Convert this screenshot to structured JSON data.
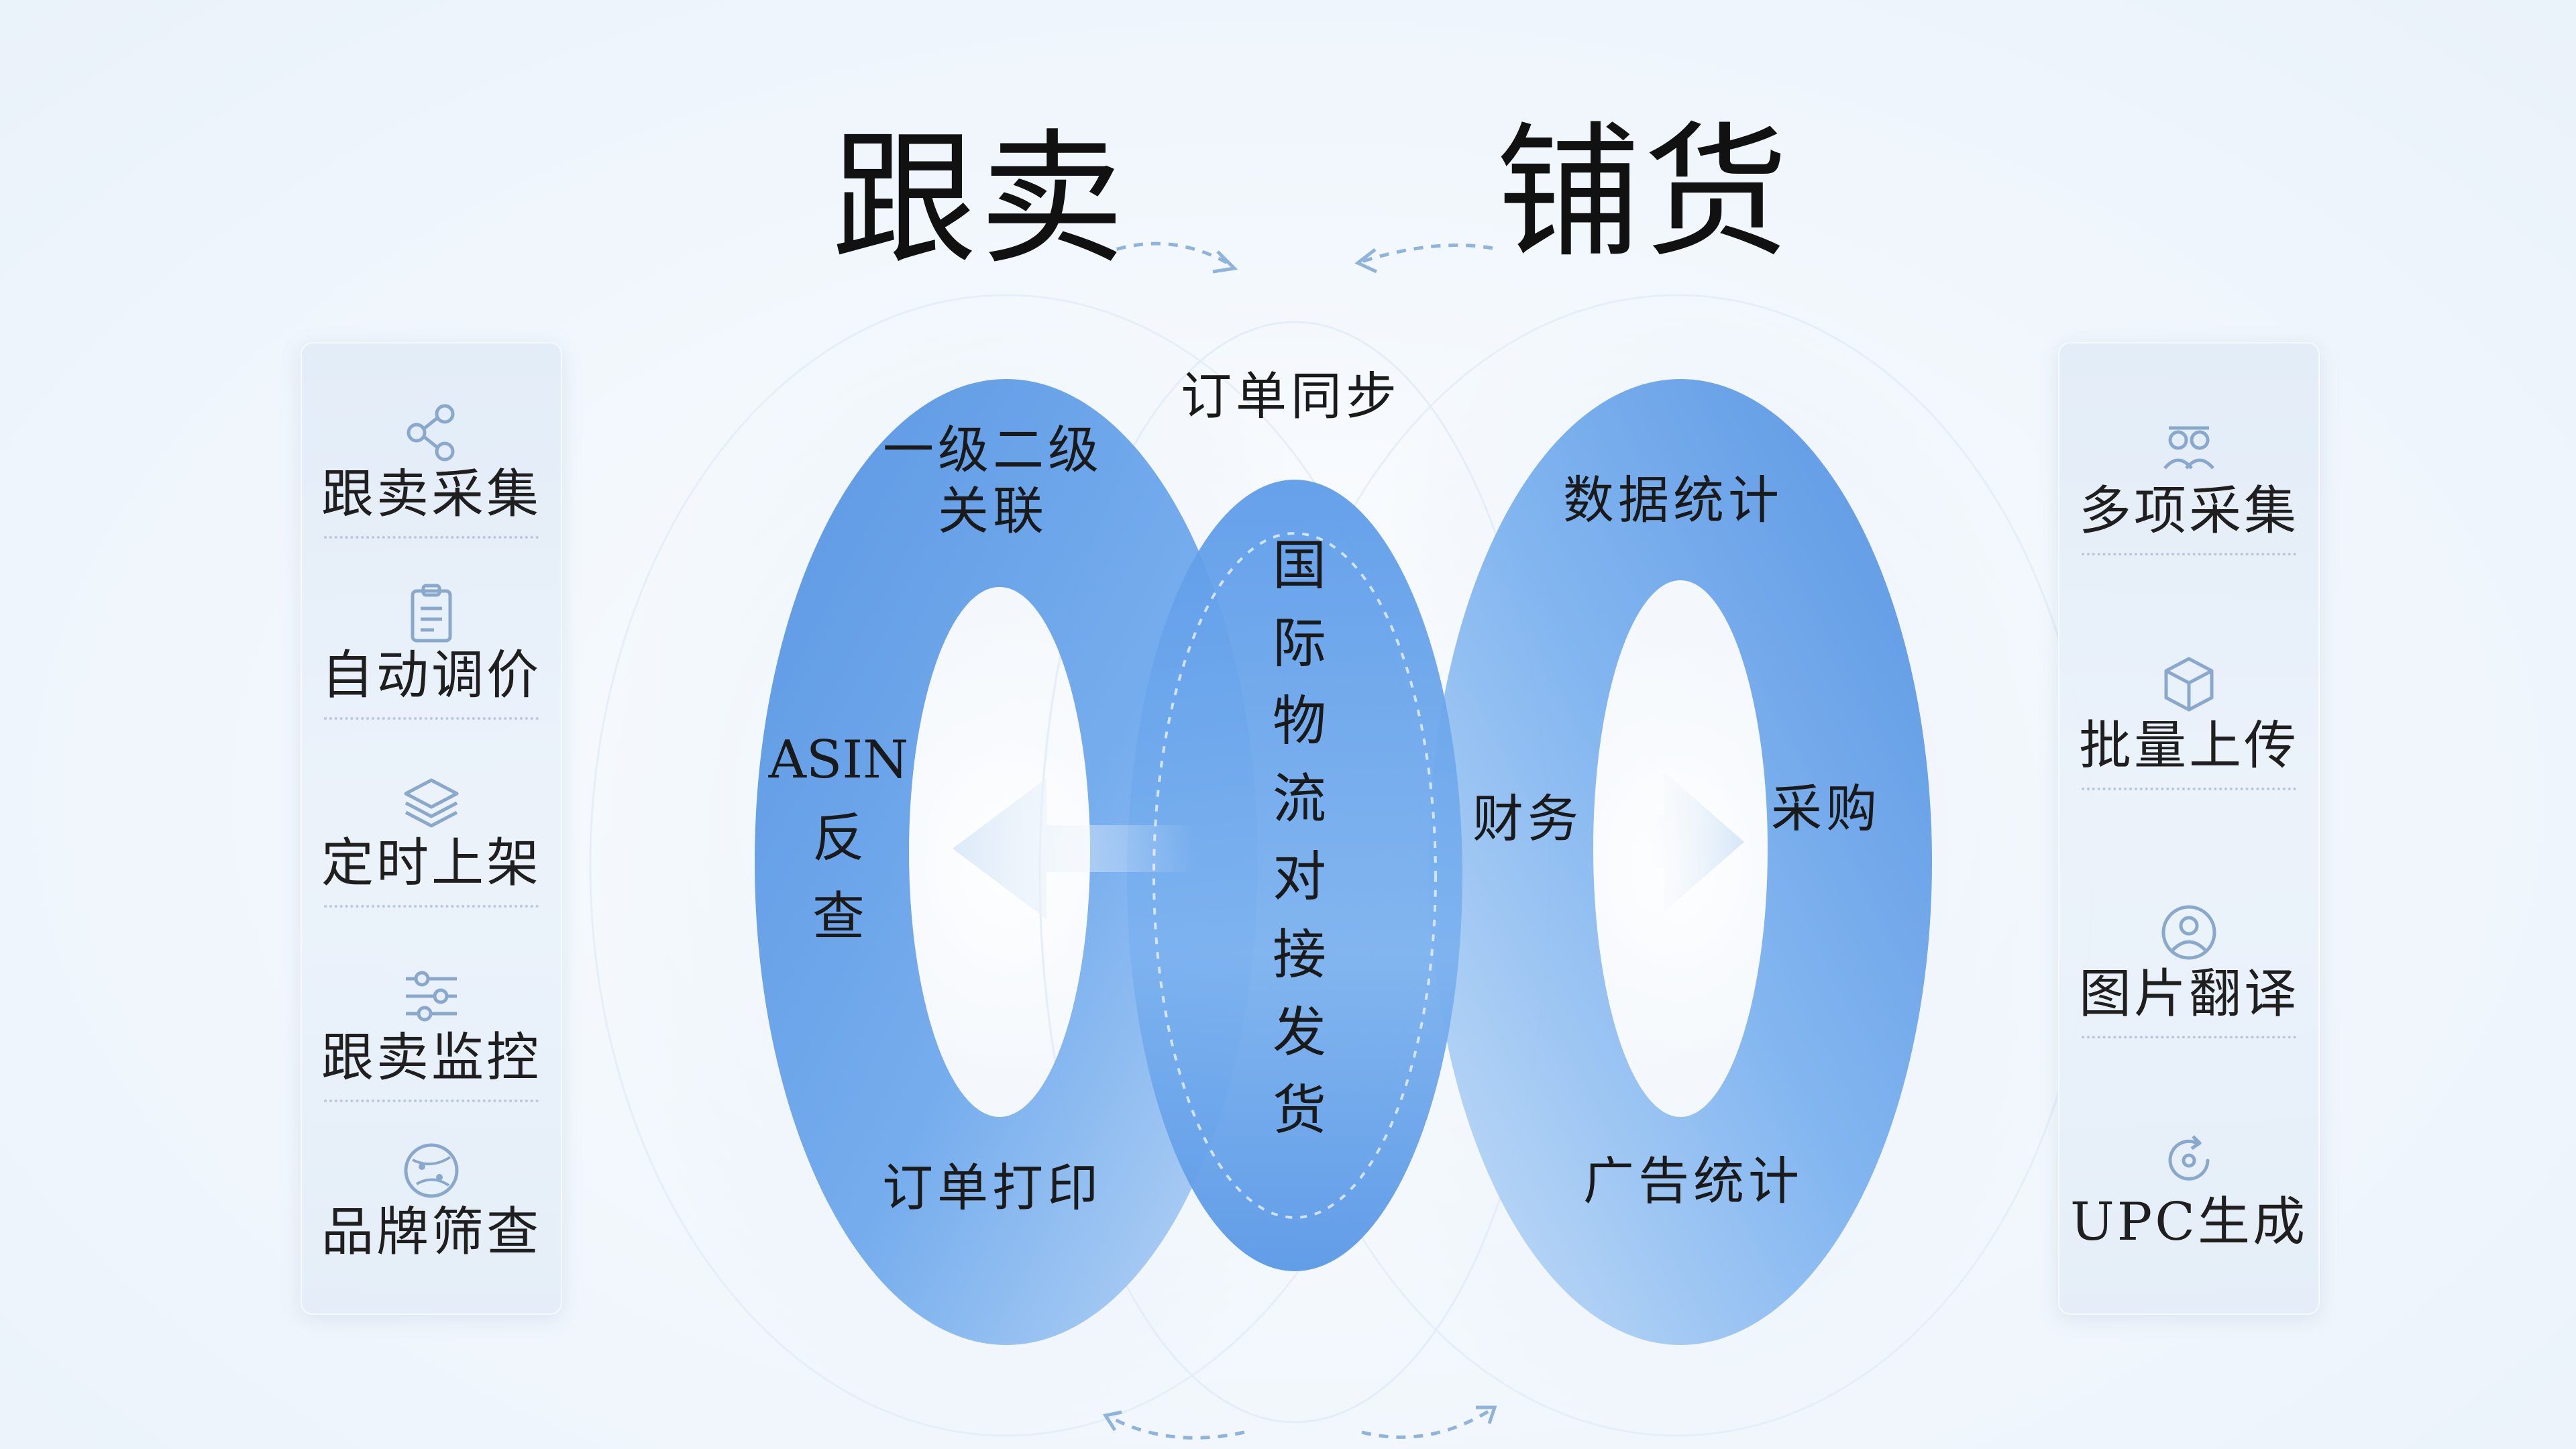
{
  "titles": {
    "left": "跟卖",
    "right": "铺货"
  },
  "left_panel": {
    "items": [
      {
        "label": "跟卖采集",
        "icon": "share-icon"
      },
      {
        "label": "自动调价",
        "icon": "clipboard-icon"
      },
      {
        "label": "定时上架",
        "icon": "layers-icon"
      },
      {
        "label": "跟卖监控",
        "icon": "sliders-icon"
      },
      {
        "label": "品牌筛查",
        "icon": "globe-icon"
      }
    ]
  },
  "right_panel": {
    "items": [
      {
        "label": "多项采集",
        "icon": "users-icon"
      },
      {
        "label": "批量上传",
        "icon": "cube-icon"
      },
      {
        "label": "图片翻译",
        "icon": "user-circle-icon"
      },
      {
        "label": "UPC生成",
        "icon": "refresh-icon"
      }
    ]
  },
  "rings": {
    "left": {
      "top": "一级二级",
      "top2": "关联",
      "side_word": "ASIN",
      "side_1": "反",
      "side_2": "查",
      "bottom": "订单打印"
    },
    "center": {
      "top": "订单同步",
      "vertical": "国际物流对接发货"
    },
    "right": {
      "top": "数据统计",
      "left": "财务",
      "right": "采购",
      "bottom": "广告统计"
    }
  },
  "colors": {
    "ring_blue": "#5b9be6",
    "ring_light": "#a9cdf4",
    "center_blue": "#6aa6ec"
  }
}
